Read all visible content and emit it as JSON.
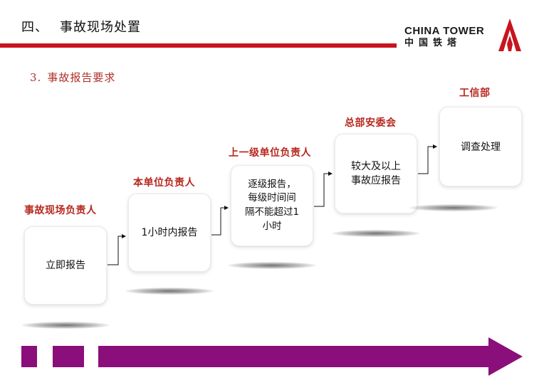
{
  "header": {
    "section_num": "四、",
    "section_title": "事故现场处置",
    "accent_color": "#c8141e"
  },
  "logo": {
    "en": "CHINA TOWER",
    "cn": "中国铁塔"
  },
  "subtitle": {
    "num": "3.",
    "text": "事故报告要求"
  },
  "steps": [
    {
      "label": "事故现场负责人",
      "card": [
        "立即报告"
      ]
    },
    {
      "label": "本单位负责人",
      "card": [
        "1小时内报告"
      ]
    },
    {
      "label": "上一级单位负责人",
      "card": [
        "逐级报告，",
        "每级时间间",
        "隔不能超过1",
        "小时"
      ]
    },
    {
      "label": "总部安委会",
      "card": [
        "较大及以上",
        "事故应报告"
      ]
    },
    {
      "label": "工信部",
      "card": [
        "调查处理"
      ]
    }
  ],
  "colors": {
    "label": "#b8281e",
    "arrow_bar": "#8b0f7a"
  }
}
